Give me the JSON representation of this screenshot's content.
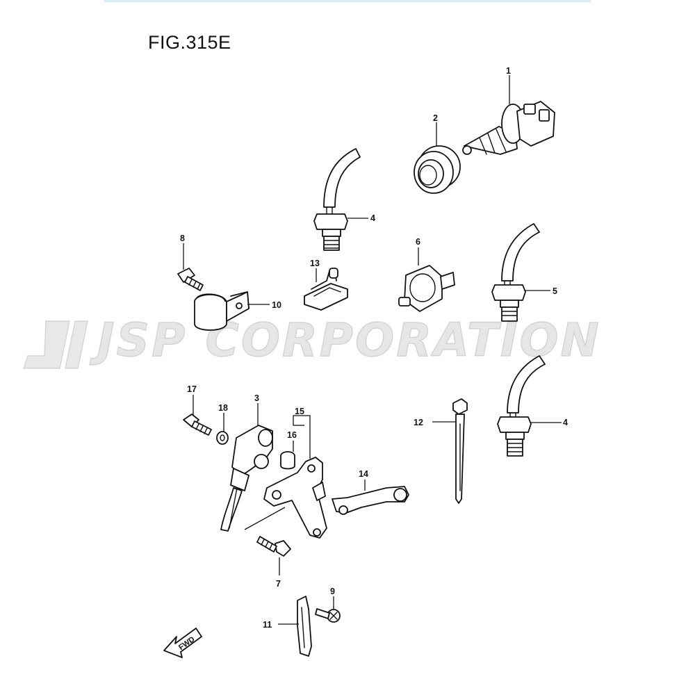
{
  "figure": {
    "title": "FIG.315E"
  },
  "watermark": {
    "text": "JSP CORPORATION"
  },
  "direction_arrow": {
    "label": "FWD"
  },
  "callouts": [
    {
      "id": "c1",
      "label": "1"
    },
    {
      "id": "c2",
      "label": "2"
    },
    {
      "id": "c3",
      "label": "3"
    },
    {
      "id": "c4a",
      "label": "4"
    },
    {
      "id": "c4b",
      "label": "4"
    },
    {
      "id": "c5",
      "label": "5"
    },
    {
      "id": "c6",
      "label": "6"
    },
    {
      "id": "c7",
      "label": "7"
    },
    {
      "id": "c8",
      "label": "8"
    },
    {
      "id": "c9",
      "label": "9"
    },
    {
      "id": "c10",
      "label": "10"
    },
    {
      "id": "c11",
      "label": "11"
    },
    {
      "id": "c12",
      "label": "12"
    },
    {
      "id": "c13",
      "label": "13"
    },
    {
      "id": "c14",
      "label": "14"
    },
    {
      "id": "c15",
      "label": "15"
    },
    {
      "id": "c16",
      "label": "16"
    },
    {
      "id": "c17",
      "label": "17"
    },
    {
      "id": "c18",
      "label": "18"
    }
  ]
}
